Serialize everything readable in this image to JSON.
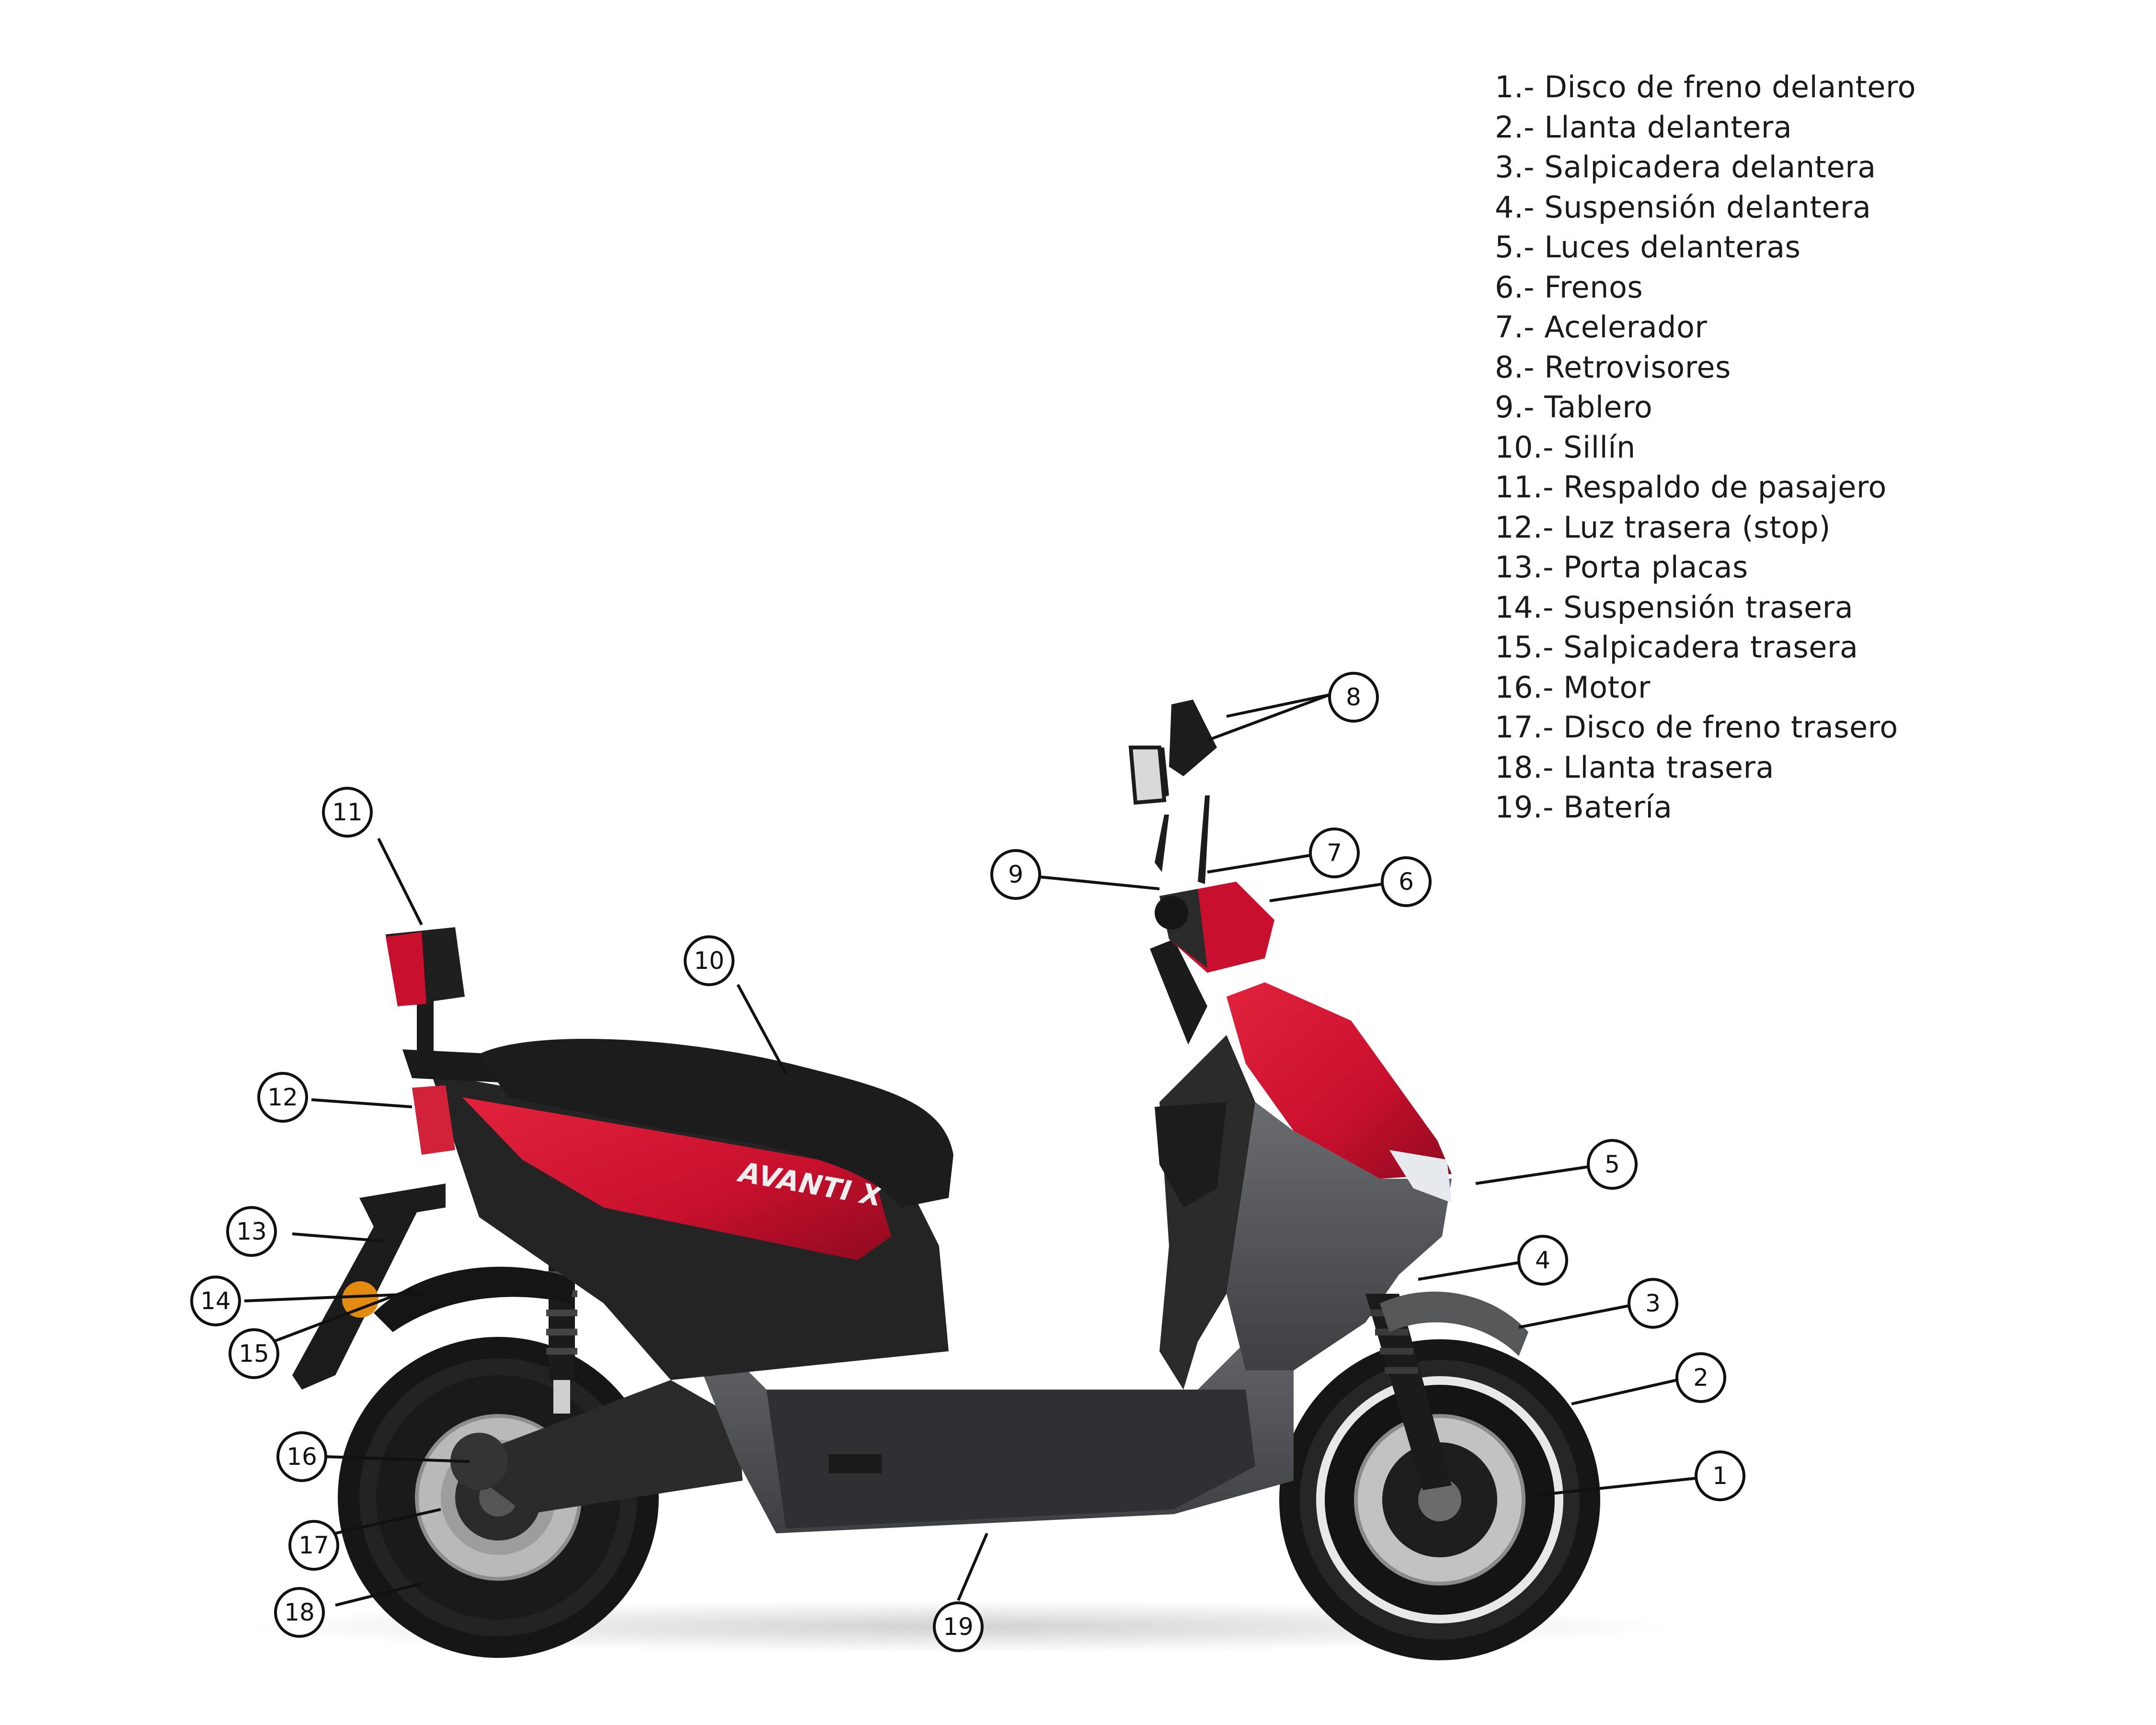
{
  "legend": [
    "1.- Disco de freno delantero",
    "2.- Llanta delantera",
    "3.- Salpicadera delantera",
    "4.- Suspensión delantera",
    "5.- Luces delanteras",
    "6.- Frenos",
    "7.- Acelerador",
    "8.- Retrovisores",
    "9.- Tablero",
    "10.- Sillín",
    "11.- Respaldo de pasajero",
    "12.- Luz trasera (stop)",
    "13.- Porta placas",
    "14.- Suspensión trasera",
    "15.- Salpicadera trasera",
    "16.- Motor",
    "17.- Disco de freno trasero",
    "18.- Llanta trasera",
    "19.- Batería"
  ],
  "callouts": [
    "1",
    "2",
    "3",
    "4",
    "5",
    "6",
    "7",
    "8",
    "9",
    "10",
    "11",
    "12",
    "13",
    "14",
    "15",
    "16",
    "17",
    "18",
    "19"
  ],
  "brand_text": "AVANTI X",
  "colors": {
    "body_red": "#c8102e",
    "frame_dark": "#2b2b2b",
    "frame_gray": "#5a5c60",
    "seat": "#1c1c1c",
    "tire": "#161616",
    "disc": "#b9b9b9",
    "reflector": "#e38a10",
    "line": "#111111"
  }
}
